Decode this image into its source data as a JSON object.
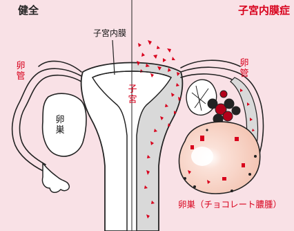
{
  "labels": {
    "healthy": "健全",
    "endometriosis": "子宮内膜症",
    "endometrium": "子宮内膜",
    "oviduct_left": [
      "卵",
      "管"
    ],
    "ovary_left": [
      "卵",
      "巣"
    ],
    "uterus": [
      "子",
      "宮"
    ],
    "oviduct_right": [
      "卵",
      "管"
    ],
    "chocolate_cyst": "卵巣（チョコレート膿腫）"
  },
  "colors": {
    "background": "#f9e1e6",
    "outline": "#222222",
    "fill_healthy": "#ffffff",
    "fill_lesion": "#d9d9d9",
    "lesion": "#d8001c",
    "cyst": "#f7cfc0",
    "accent_text": "#d8001c"
  }
}
